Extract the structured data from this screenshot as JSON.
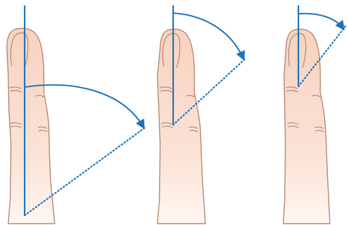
{
  "diagram": {
    "subject": "finger-rotation-comparison",
    "panels": [
      {
        "id": "left",
        "pivot": "finger-base",
        "swing": "large"
      },
      {
        "id": "middle",
        "pivot": "middle-joint",
        "swing": "medium"
      },
      {
        "id": "right",
        "pivot": "upper-joint",
        "swing": "small"
      }
    ],
    "colors": {
      "skin_top": "#f7d2bf",
      "skin_bottom": "#fff6f1",
      "skin_outline": "#b68473",
      "crease": "#a9786a",
      "axis": "#1c73b8"
    },
    "icons": [
      "finger",
      "rotation-arrow",
      "rotated-axis-dotted-line"
    ]
  }
}
